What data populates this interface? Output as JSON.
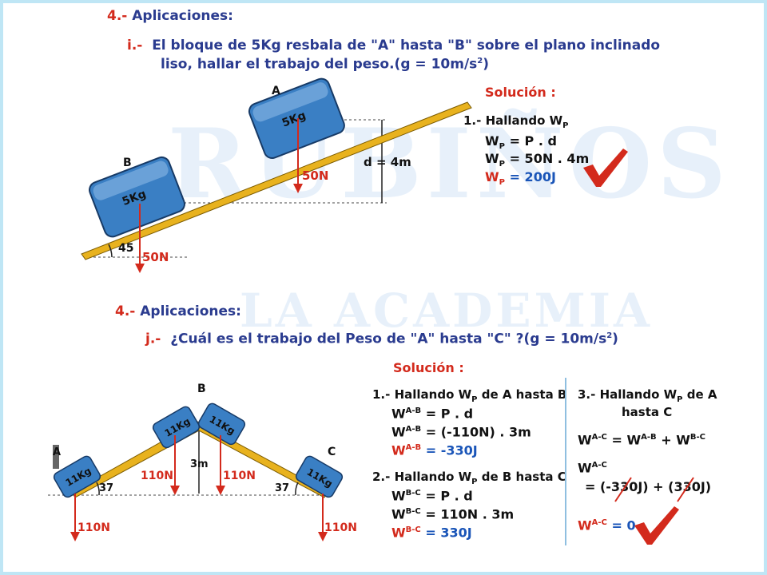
{
  "section1": {
    "num": "4.-",
    "title": "Aplicaciones:",
    "problem_label": "i.-",
    "problem_line1": "El bloque de 5Kg resbala de \"A\" hasta \"B\" sobre el plano inclinado",
    "problem_line2": "liso, hallar el trabajo del peso.(g = 10m/s",
    "problem_sup": "2",
    "problem_end": ")",
    "solution_title": "Solución :",
    "step1_label": "1.- Hallando W",
    "step1_sub": "P",
    "eq1": "= P . d",
    "eq2": "= 50N . 4m",
    "eq3": "= 200J",
    "w": "W",
    "p_sub": "P",
    "diagram": {
      "label_a": "A",
      "label_b": "B",
      "mass_a": "5Kg",
      "mass_b": "5Kg",
      "force_a": "50N",
      "force_b": "50N",
      "distance": "d = 4m",
      "angle": "45"
    }
  },
  "section2": {
    "num": "4.-",
    "title": "Aplicaciones:",
    "problem_label": "j.-",
    "problem_text": "¿Cuál es el trabajo del Peso de \"A\" hasta \"C\" ?(g = 10m/s",
    "problem_sup": "2",
    "problem_end": ")",
    "solution_title": "Solución :",
    "step1_label": "1.- Hallando W",
    "step1_sub": "P",
    "step1_rest": " de A hasta B",
    "s1_sup": "A-B",
    "s1_eq1": "= P . d",
    "s1_eq2": "= (-110N) . 3m",
    "s1_eq3": "= -330J",
    "step2_label": "2.- Hallando W",
    "step2_sub": "P",
    "step2_rest": " de B hasta C",
    "s2_sup": "B-C",
    "s2_eq1": "= P . d",
    "s2_eq2": "= 110N . 3m",
    "s2_eq3": "= 330J",
    "step3_label": "3.- Hallando W",
    "step3_sub": "P",
    "step3_rest": " de A",
    "step3_line2": "hasta C",
    "s3_sup": "A-C",
    "s3_eq1_mid": "=",
    "s3_eq1_plus": "+",
    "s3_eq2": "= (-330J) + (330J)",
    "s3_eq3": "= 0",
    "w": "W",
    "p_sub": "P",
    "diagram": {
      "label_a": "A",
      "label_b": "B",
      "label_c": "C",
      "mass": "11Kg",
      "force": "110N",
      "height": "3m",
      "angle": "37"
    }
  },
  "watermark": {
    "line1": "RUBIÑOS",
    "line2": "LA ACADEMIA"
  },
  "colors": {
    "accent_red": "#d32a1c",
    "title_blue": "#2a3b8f",
    "block_blue": "#3a7fc4",
    "incline_yellow": "#e8b21e"
  }
}
